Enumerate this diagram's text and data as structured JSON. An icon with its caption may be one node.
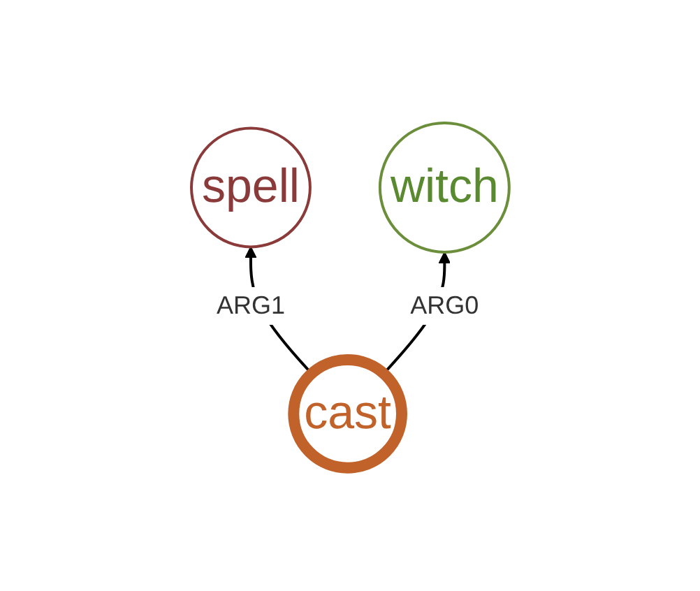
{
  "diagram": {
    "nodes": [
      {
        "text": [
          "spell"
        ]
      },
      {
        "text": [
          "witch"
        ]
      },
      {
        "text": [
          "cast"
        ]
      }
    ],
    "edges": [
      {
        "from": 2,
        "to": 0,
        "arrow": "to",
        "label": "ARG1"
      },
      {
        "from": 2,
        "to": 1,
        "arrow": "to",
        "label": "ARG0"
      }
    ]
  }
}
